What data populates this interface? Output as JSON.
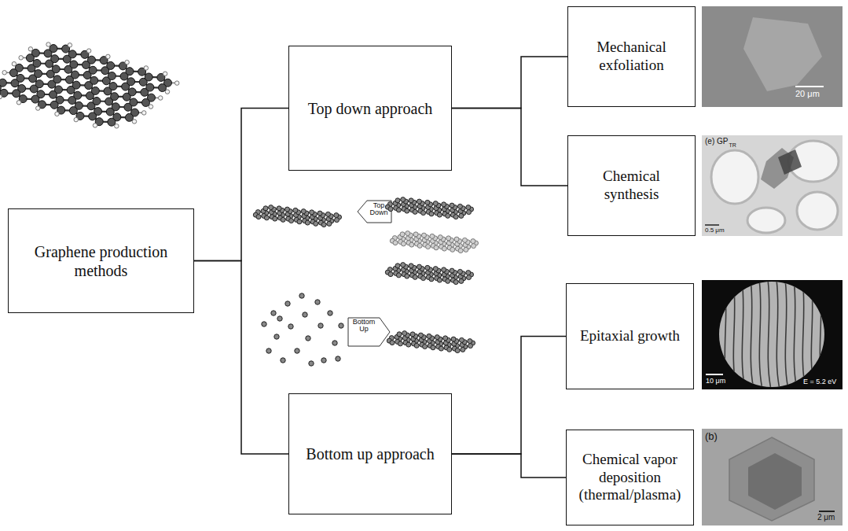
{
  "diagram": {
    "nodes": [
      {
        "text": [
          "Graphene production methods"
        ]
      },
      {
        "text": [
          "Top down approach"
        ]
      },
      {
        "text": [
          "Mechanical exfoliation"
        ]
      },
      {
        "text": [
          "Chemical synthesis"
        ]
      },
      {
        "text": [
          "Bottom up approach"
        ]
      },
      {
        "text": [
          "Epitaxial growth"
        ]
      },
      {
        "text": [
          "Chemical vapor deposition (thermal/plasma)"
        ]
      }
    ],
    "edges": [
      {
        "from": 0,
        "to": 1,
        "arrow": "none"
      },
      {
        "from": 0,
        "to": 4,
        "arrow": "none"
      },
      {
        "from": 1,
        "to": 2,
        "arrow": "none"
      },
      {
        "from": 1,
        "to": 3,
        "arrow": "none"
      },
      {
        "from": 4,
        "to": 5,
        "arrow": "none"
      },
      {
        "from": 4,
        "to": 6,
        "arrow": "none"
      }
    ],
    "labels": [
      "Top Down",
      "Bottom Up",
      "20 μm",
      "(e) GP",
      "TR",
      "0.5 μm",
      "10 μm",
      "E = 5.2 eV",
      "(b)",
      "2 μm"
    ]
  }
}
